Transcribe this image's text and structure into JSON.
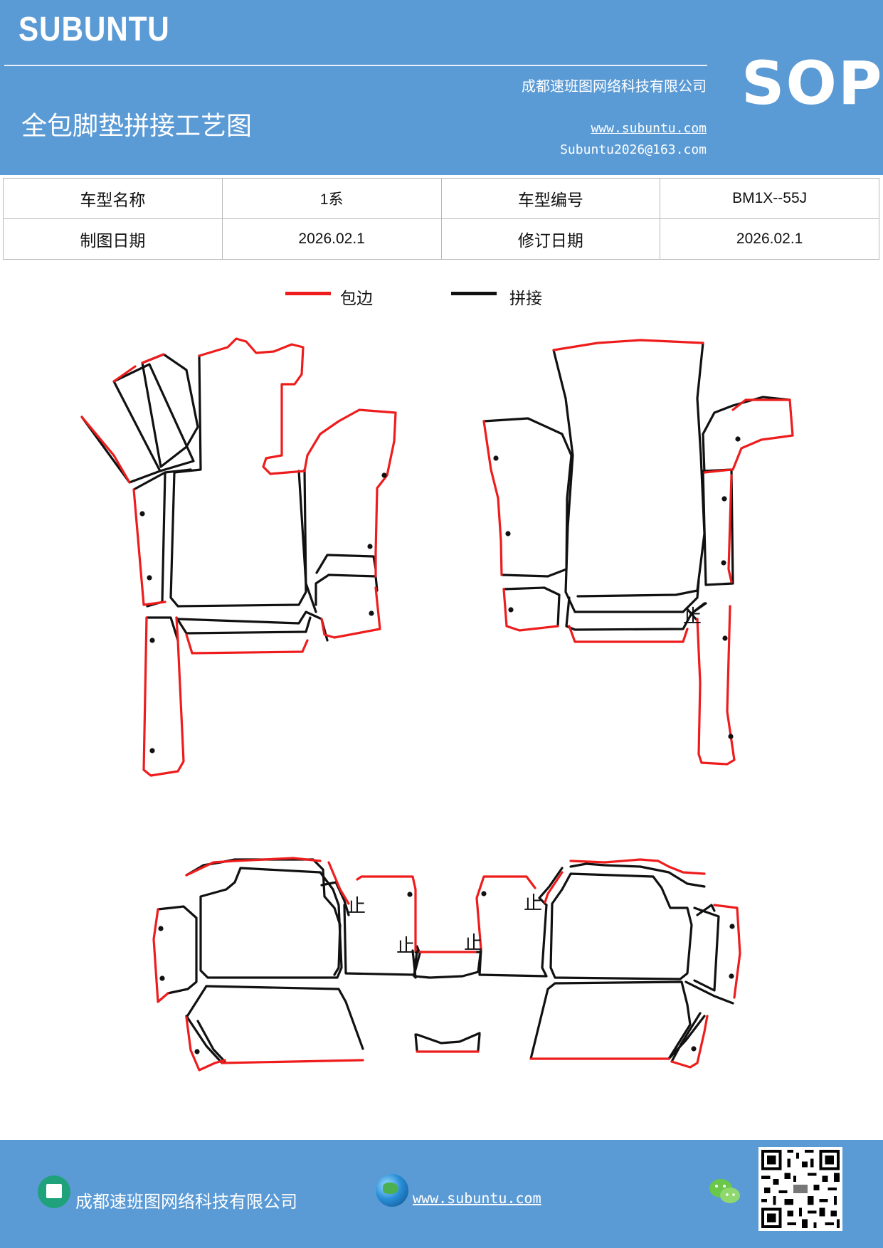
{
  "header": {
    "brand": "SUBUNTU",
    "company": "成都速班图网络科技有限公司",
    "title": "全包脚垫拼接工艺图",
    "url": "www.subuntu.com",
    "email": "Subuntu2026@163.com",
    "badge": "SOP"
  },
  "info": {
    "model_name_label": "车型名称",
    "model_name_value": "1系",
    "model_code_label": "车型编号",
    "model_code_value": "BM1X--55J",
    "draw_date_label": "制图日期",
    "draw_date_value": "2026.02.1",
    "revise_date_label": "修订日期",
    "revise_date_value": "2026.02.1"
  },
  "legend": {
    "edge_label": "包边",
    "edge_color": "#ee1c1c",
    "seam_label": "拼接",
    "seam_color": "#111111"
  },
  "drawing": {
    "stop_mark": "止"
  },
  "footer": {
    "company": "成都速班图网络科技有限公司",
    "url": "www.subuntu.com ",
    "building_icon": "building-icon",
    "globe_icon": "globe-icon",
    "wechat_icon": "wechat-icon"
  }
}
